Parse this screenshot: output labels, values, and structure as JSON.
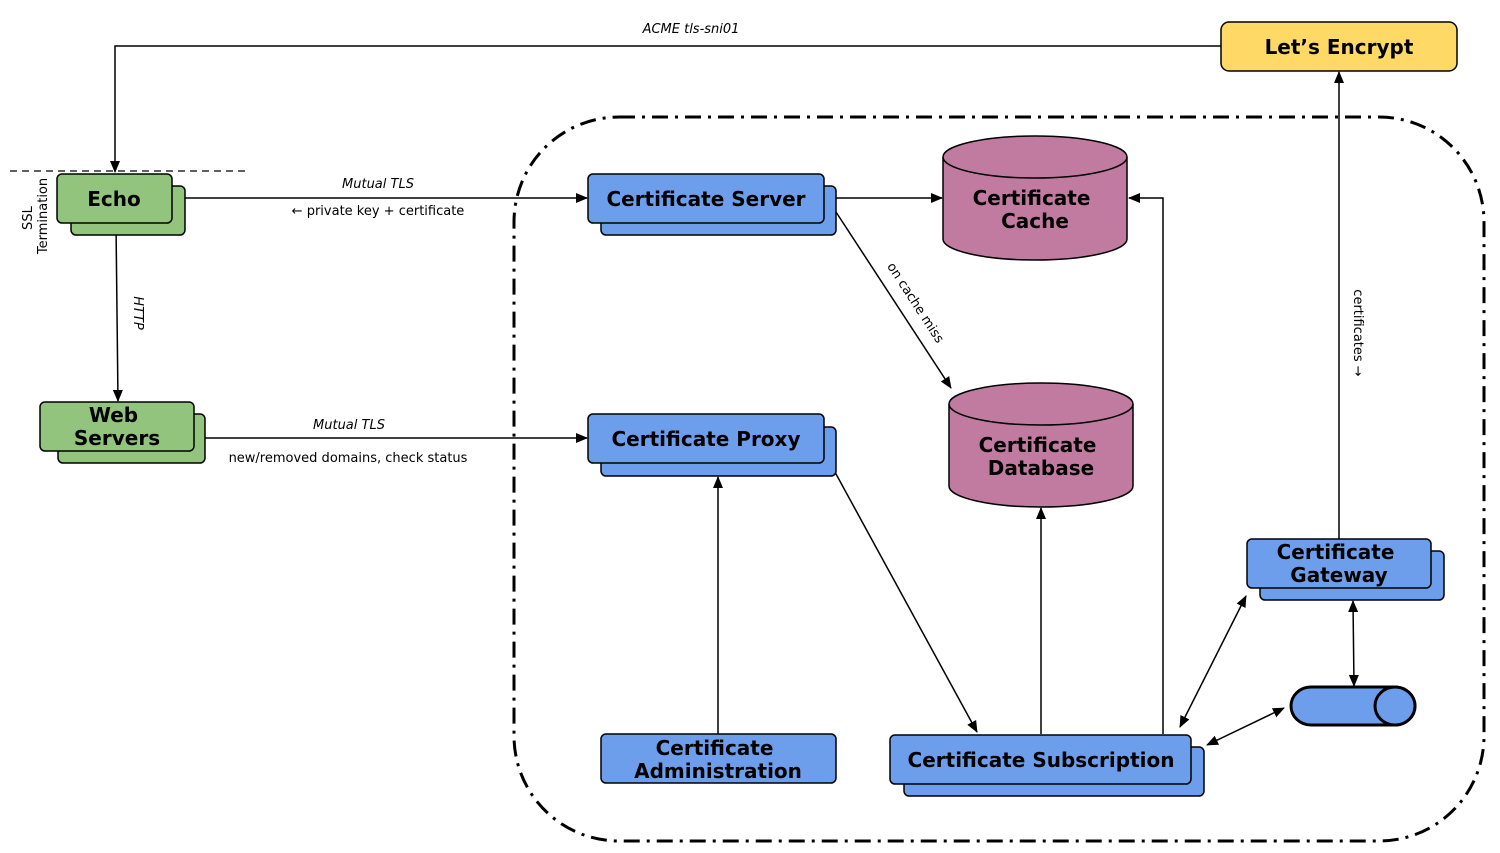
{
  "colors": {
    "green": "#93c47d",
    "blue": "#6d9eeb",
    "pink": "#c27ba0",
    "yellow": "#ffd966",
    "stroke": "#000000"
  },
  "nodes": {
    "lets_encrypt": "Let’s Encrypt",
    "echo": "Echo",
    "web_servers": [
      "Web",
      "Servers"
    ],
    "certificate_server": "Certificate Server",
    "certificate_proxy": "Certificate Proxy",
    "certificate_cache": [
      "Certificate",
      "Cache"
    ],
    "certificate_database": [
      "Certificate",
      "Database"
    ],
    "certificate_gateway": [
      "Certificate",
      "Gateway"
    ],
    "certificate_administration": [
      "Certificate",
      "Administration"
    ],
    "certificate_subscription": "Certificate Subscription"
  },
  "labels": {
    "acme": "ACME tls-sni01",
    "ssl_termination": [
      "SSL",
      "Termination"
    ],
    "mutual_tls_1": "Mutual TLS",
    "private_key": "← private key + certificate",
    "http": "HTTP",
    "mutual_tls_2": "Mutual TLS",
    "new_removed": "new/removed domains, check status",
    "on_cache_miss": "on cache miss",
    "certificates": "certificates →"
  }
}
